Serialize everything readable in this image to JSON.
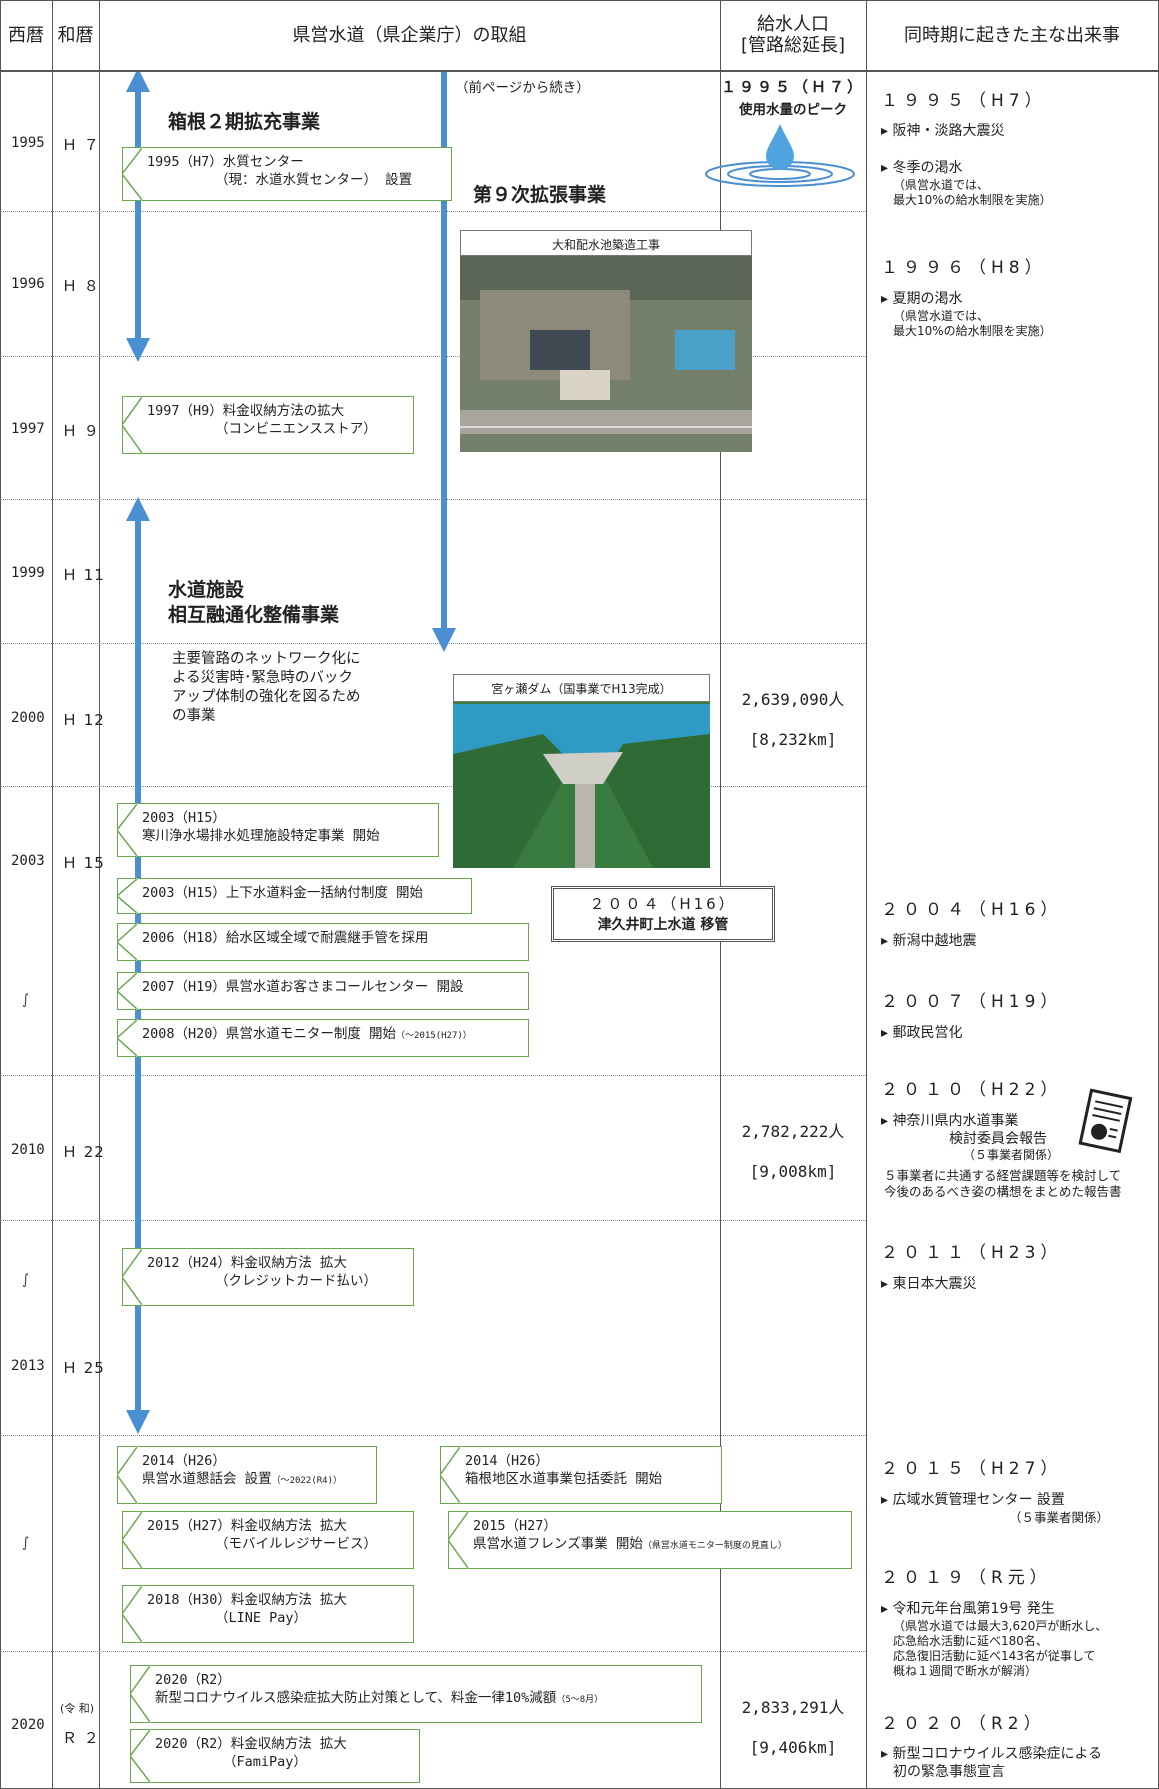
{
  "header": {
    "col_year": "西暦",
    "col_era": "和暦",
    "col_initiatives": "県営水道（県企業庁）の取組",
    "col_population_line1": "給水人口",
    "col_population_line2": "[管路総延長]",
    "col_events": "同時期に起きた主な出来事"
  },
  "rows": [
    {
      "year": "1995",
      "era": "Ｈ ７"
    },
    {
      "year": "1996",
      "era": "Ｈ ８"
    },
    {
      "year": "1997",
      "era": "Ｈ ９"
    },
    {
      "year": "1999",
      "era": "Ｈ 11"
    },
    {
      "year": "2000",
      "era": "Ｈ 12"
    },
    {
      "year": "2003",
      "era": "Ｈ 15"
    },
    {
      "year": "2010",
      "era": "Ｈ 22"
    },
    {
      "year": "2013",
      "era": "Ｈ 25"
    },
    {
      "year": "2020",
      "era_top": "(令 和)",
      "era": "Ｒ ２"
    }
  ],
  "tilde": "∫",
  "projects": {
    "continued": "（前ページから続き）",
    "hakone": "箱根２期拡充事業",
    "ninth": "第９次拡張事業",
    "mutual_line1": "水道施設",
    "mutual_line2": "相互融通化整備事業",
    "mutual_desc_1": "主要管路のネットワーク化に",
    "mutual_desc_2": "よる災害時･緊急時のバック",
    "mutual_desc_3": "アップ体制の強化を図るため",
    "mutual_desc_4": "の事業"
  },
  "callouts": {
    "c1995_1": "1995（H7）水質センター",
    "c1995_2": "（現：水道水質センター） 設置",
    "c1997_1": "1997（H9）料金収納方法の拡大",
    "c1997_2": "（コンビニエンスストア）",
    "c2003a_1": "2003（H15）",
    "c2003a_2": "寒川浄水場排水処理施設特定事業 開始",
    "c2003b": "2003（H15）上下水道料金一括納付制度 開始",
    "c2006": "2006（H18）給水区域全域で耐震継手管を採用",
    "c2007": "2007（H19）県営水道お客さまコールセンター 開設",
    "c2008": "2008（H20）県営水道モニター制度 開始",
    "c2008_small": "（～2015(H27)）",
    "c2012_1": "2012（H24）料金収納方法 拡大",
    "c2012_2": "（クレジットカード払い）",
    "c2014a_1": "2014（H26）",
    "c2014a_2": "県営水道懇話会 設置",
    "c2014a_small": "（～2022(R4)）",
    "c2014b_1": "2014（H26）",
    "c2014b_2": "箱根地区水道事業包括委託 開始",
    "c2015a_1": "2015（H27）料金収納方法 拡大",
    "c2015a_2": "（モバイルレジサービス）",
    "c2015b_1": "2015（H27）",
    "c2015b_2": "県営水道フレンズ事業 開始",
    "c2015b_small": "（県営水道モニター制度の見直し）",
    "c2018_1": "2018（H30）料金収納方法 拡大",
    "c2018_2": "（LINE Pay）",
    "c2020a_1": "2020（R2）",
    "c2020a_2": "新型コロナウイルス感染症拡大防止対策として、料金一律10%減額",
    "c2020a_small": "（5～8月）",
    "c2020b_1": "2020（R2）料金収納方法 拡大",
    "c2020b_2": "（FamiPay）"
  },
  "photos": {
    "yamato": "大和配水池築造工事",
    "miyagase": "宮ヶ瀬ダム（国事業でH13完成）"
  },
  "transfer": {
    "year": "２００４（H16）",
    "text": "津久井町上水道 移管"
  },
  "population": {
    "peak_year": "１９９５（Ｈ７）",
    "peak_text": "使用水量のピーク",
    "p2000": "2,639,090人",
    "l2000": "[8,232km]",
    "p2010": "2,782,222人",
    "l2010": "[9,008km]",
    "p2020": "2,833,291人",
    "l2020": "[9,406km]"
  },
  "events": {
    "y1995": "１９９５（H7）",
    "e1995a": "▸ 阪神・淡路大震災",
    "e1995b": "▸ 冬季の渇水",
    "e1995b_n1": "（県営水道では、",
    "e1995b_n2": "最大10%の給水制限を実施）",
    "y1996": "１９９６（H8）",
    "e1996": "▸ 夏期の渇水",
    "e1996_n1": "（県営水道では、",
    "e1996_n2": "最大10%の給水制限を実施）",
    "y2004": "２００４（H16）",
    "e2004": "▸ 新潟中越地震",
    "y2007": "２００７（H19）",
    "e2007": "▸ 郵政民営化",
    "y2010": "２０１０（H22）",
    "e2010_1": "▸ 神奈川県内水道事業",
    "e2010_2": "検討委員会報告",
    "e2010_3": "（５事業者関係）",
    "e2010_4": "５事業者に共通する経営課題等を検討して",
    "e2010_5": "今後のあるべき姿の構想をまとめた報告書",
    "y2011": "２０１１（H23）",
    "e2011": "▸ 東日本大震災",
    "y2015": "２０１５（H27）",
    "e2015_1": "▸ 広域水質管理センター 設置",
    "e2015_2": "（５事業者関係）",
    "y2019": "２０１９（R元）",
    "e2019": "▸ 令和元年台風第19号 発生",
    "e2019_n1": "（県営水道では最大3,620戸が断水し、",
    "e2019_n2": "応急給水活動に延べ180名、",
    "e2019_n3": "応急復旧活動に延べ143名が従事して",
    "e2019_n4": "概ね１週間で断水が解消）",
    "y2020": "２０２０（R2）",
    "e2020_1": "▸ 新型コロナウイルス感染症による",
    "e2020_2": "初の緊急事態宣言"
  }
}
